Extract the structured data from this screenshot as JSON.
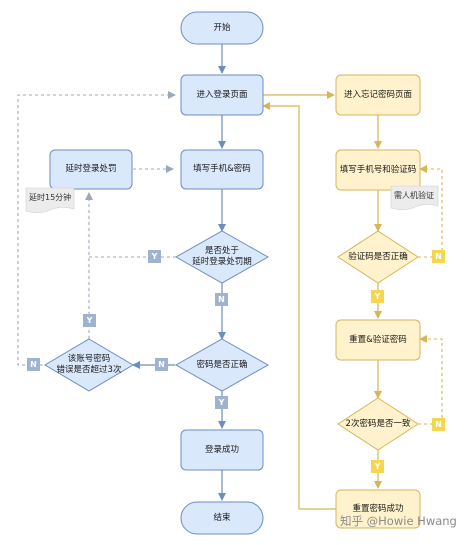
{
  "nodes": {
    "start": "开始",
    "login_page": "进入登录页面",
    "enter_phone_pwd": "填写手机&密码",
    "delay_penalty": "延时登录处罚",
    "in_penalty": "是否处于\n延时登录处罚期",
    "pwd_correct": "密码是否正确",
    "error_over_3": "该账号密码\n错误是否超过3次",
    "login_success": "登录成功",
    "end": "结束",
    "forgot_page": "进入忘记密码页面",
    "enter_phone_code": "填写手机号和验证码",
    "code_correct": "验证码是否正确",
    "reset_verify": "重置&验证密码",
    "pwd_match": "2次密码是否一致",
    "reset_success": "重置密码成功"
  },
  "notes": {
    "delay_15": "延时15分钟",
    "captcha": "需人机验证"
  },
  "labels": {
    "yes": "Y",
    "no": "N"
  },
  "watermark": "知乎 @Howie Hwang",
  "colors": {
    "blue_fill": "#dae8fc",
    "blue_stroke": "#6c8ebf",
    "yellow_fill": "#fff2cc",
    "yellow_stroke": "#d6b656",
    "tag_blue": "#9fb3d0",
    "tag_yellow": "#f5d64e"
  }
}
